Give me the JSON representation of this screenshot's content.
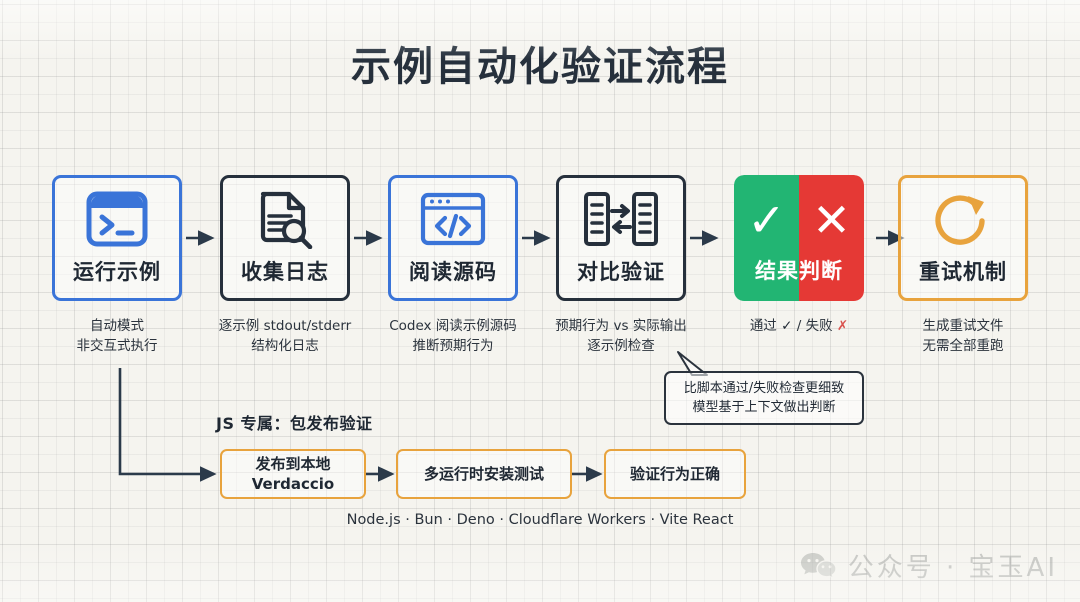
{
  "title": "示例自动化验证流程",
  "theme": {
    "background": "#f5f4ef",
    "blue": "#3a74d8",
    "dark": "#26303c",
    "orange": "#e8a33d",
    "green": "#22b573",
    "red": "#e53935"
  },
  "flow": {
    "nodes": [
      {
        "id": "run-example",
        "label": "运行示例",
        "icon": "terminal-icon",
        "accent": "blue",
        "caption_line1": "自动模式",
        "caption_line2": "非交互式执行"
      },
      {
        "id": "collect-logs",
        "label": "收集日志",
        "icon": "document-search-icon",
        "accent": "dark",
        "caption_line1": "逐示例 stdout/stderr",
        "caption_line2": "结构化日志"
      },
      {
        "id": "read-source",
        "label": "阅读源码",
        "icon": "code-window-icon",
        "accent": "blue",
        "caption_line1": "Codex 阅读示例源码",
        "caption_line2": "推断预期行为"
      },
      {
        "id": "compare-verify",
        "label": "对比验证",
        "icon": "compare-documents-icon",
        "accent": "dark",
        "caption_line1": "预期行为 vs 实际输出",
        "caption_line2": "逐示例检查"
      },
      {
        "id": "result-judgement",
        "label": "结果判断",
        "icon": "check-cross-split-icon",
        "accent": "split",
        "glyph_pass": "✓",
        "glyph_fail": "✕",
        "caption_pass": "通过",
        "caption_sep": "/",
        "caption_fail": "失败",
        "caption_mark_pass": "✓",
        "caption_mark_fail": "✗"
      },
      {
        "id": "retry-mechanism",
        "label": "重试机制",
        "icon": "refresh-circle-icon",
        "accent": "orange",
        "caption_line1": "生成重试文件",
        "caption_line2": "无需全部重跑"
      }
    ]
  },
  "callout": {
    "line1": "比脚本通过/失败检查更细致",
    "line2": "模型基于上下文做出判断"
  },
  "js_section": {
    "heading": "JS 专属：包发布验证",
    "steps": [
      {
        "id": "publish-local",
        "line1": "发布到本地",
        "line2": "Verdaccio"
      },
      {
        "id": "multi-runtime-install",
        "line1": "多运行时安装测试",
        "line2": ""
      },
      {
        "id": "verify-behavior",
        "line1": "验证行为正确",
        "line2": ""
      }
    ],
    "runtimes": "Node.js · Bun · Deno · Cloudflare Workers · Vite React"
  },
  "watermark": {
    "icon": "wechat-icon",
    "text": "公众号 · 宝玉AI"
  }
}
